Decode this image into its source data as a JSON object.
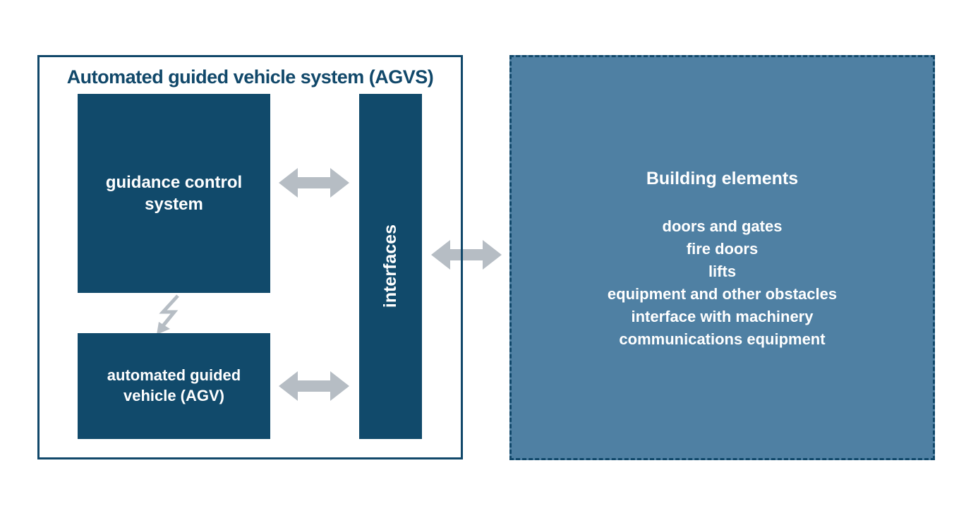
{
  "colors": {
    "box_dark": "#114A6B",
    "building_fill": "#4F80A3",
    "line_dark": "#11486A",
    "arrow_gray": "#B6BDC4",
    "text_light": "#FFFFFF"
  },
  "agvs": {
    "title": "Automated guided vehicle system (AGVS)",
    "guidance_box_label": "guidance control system",
    "agv_box_label": "automated guided vehicle (AGV)",
    "interfaces_box_label": "interfaces"
  },
  "building": {
    "heading": "Building elements",
    "items": [
      "doors and gates",
      "fire doors",
      "lifts",
      "equipment and other obstacles",
      "interface with machinery",
      "communications equipment"
    ]
  },
  "icons": {
    "horizontal_arrow": "double-headed-arrow",
    "bolt": "lightning-arrow"
  }
}
